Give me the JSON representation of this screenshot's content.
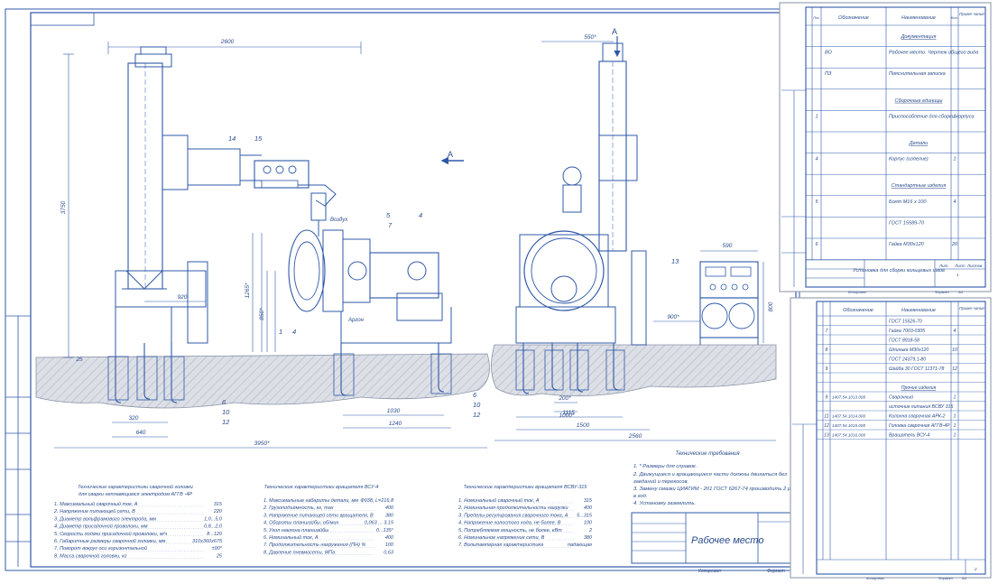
{
  "colors": {
    "ink": "#2f58a8",
    "text": "#2a4c8c",
    "paper": "#ffffff",
    "ground": "#d9dce3"
  },
  "main_sheet": {
    "dims": {
      "top_span": "2600",
      "height": "3750",
      "col_920": "920",
      "d_1265": "1265*",
      "d_850": "850*",
      "bottom_320": "320",
      "bottom_640": "640",
      "bottom_3950": "3950*",
      "d_1030": "1030",
      "d_1240": "1240",
      "d_1115": "1115",
      "d_1500": "1500",
      "d_2560": "2560",
      "d_200": "200*",
      "d_1000": "1000*",
      "d_900": "900*",
      "d_590": "590",
      "d_800": "800",
      "d_550": "550*",
      "d_25": "25"
    },
    "callouts": {
      "c14": "14",
      "c15": "15",
      "c1": "1",
      "c4a": "4",
      "c4b": "4",
      "c5": "5",
      "c7": "7",
      "c6a": "6",
      "c10a": "10",
      "c12a": "12",
      "c6b": "6",
      "c10b": "10",
      "c12b": "12",
      "c13": "13"
    },
    "labels": {
      "view_a_arrow": "A",
      "view_a": "A",
      "vozduh": "Воздух",
      "argon": "Аргон",
      "equip_caption": "Технические требования"
    },
    "spec_weld_head": {
      "title_1": "Технические характеристики сварочной головки",
      "title_2": "для сварки неплавящимся электродом АГГВ -4Р",
      "rows": [
        [
          "1. Максимальный сварочный ток, А",
          "315"
        ],
        [
          "2. Напряжение питающей сети, В",
          "220"
        ],
        [
          "3. Диаметр вольфрамового электрода, мм",
          "1,0...5,0"
        ],
        [
          "4. Диаметр присадочной проволоки, мм",
          "0,8...2,0"
        ],
        [
          "5. Скорость подачи присадочной проволоки, м/ч",
          "8...120"
        ],
        [
          "6. Габаритные размеры сварочной головки, мм",
          "310х360х675"
        ],
        [
          "7. Поворот вокруг оси горизонтальной",
          "±90°"
        ],
        [
          "8. Масса сварочной головки, кг",
          "25"
        ]
      ]
    },
    "spec_rotator": {
      "title": "Технические характеристики вращателя ВСУ-4",
      "rows": [
        [
          "1. Максимальные габариты детали, мм",
          "Ф938, L=216,8"
        ],
        [
          "2. Грузоподъёмность, кг, max",
          "400"
        ],
        [
          "3. Напряжение питающей сети вращателя, В",
          "380"
        ],
        [
          "4. Обороты планшайбы, об/мин",
          "0,063 ... 3,15"
        ],
        [
          "5. Угол наклона планшайбы",
          "0...135°"
        ],
        [
          "6. Номинальный ток, А",
          "400"
        ],
        [
          "7. Продолжительность нагружения (ПН) %",
          "100"
        ],
        [
          "8. Давление пневмосети, МПа",
          "0,63"
        ]
      ]
    },
    "spec_vsvu": {
      "title": "Технические характеристики вращателя ВСВУ-315",
      "rows": [
        [
          "1. Номинальный сварочный ток, А",
          "315"
        ],
        [
          "2. Номинальная продолжительность нагрузки",
          "400"
        ],
        [
          "3. Пределы регулирования сварочного тока, А",
          "5...315"
        ],
        [
          "4. Напряжение холостого хода, не более, В",
          "100"
        ],
        [
          "5. Потребляемая мощность, не более, кВт",
          "2"
        ],
        [
          "6. Номинальное напряжение сети, В",
          "380"
        ],
        [
          "7. Вольтамперная характеристика",
          "падающая"
        ]
      ]
    },
    "notes": {
      "n1": "1. * Размеры для справок.",
      "n2a": "2. Движущиеся и вращающиеся части должны двигаться без",
      "n2b": "заеданий и перекосов.",
      "n3a": "3. Замену смазки ЦИАТИМ - 201 ГОСТ 6267-74 производить 2 раза",
      "n3b": "в год.",
      "n4": "4. Установку заземлить."
    },
    "title_block": {
      "name": "Рабочее место",
      "copied": "Копировал",
      "format": "Формат"
    }
  },
  "spec_sheet_1": {
    "headers": {
      "pos": "Поз.",
      "designation": "Обозначение",
      "name": "Наименование",
      "qty": "Кол.",
      "note": "Приме-чание"
    },
    "rows": [
      {
        "zone": "",
        "pos": "",
        "designation": "",
        "name": "Документация",
        "qty": "",
        "section": true
      },
      {
        "zone": "",
        "pos": "ВО",
        "designation": "",
        "name": "Рабочее место. Чертеж общего вида",
        "qty": ""
      },
      {
        "zone": "",
        "pos": "ПЗ",
        "designation": "",
        "name": "Пояснительная записка",
        "qty": ""
      },
      {
        "zone": "",
        "pos": "",
        "designation": "",
        "name": "Сборочные единицы",
        "qty": "",
        "section": true
      },
      {
        "zone": "1",
        "pos": "",
        "designation": "",
        "name": "Приспособление для сборки корпуса",
        "qty": "1"
      },
      {
        "zone": "",
        "pos": "",
        "designation": "",
        "name": "Детали",
        "qty": "",
        "section": true
      },
      {
        "zone": "4",
        "pos": "",
        "designation": "",
        "name": "Корпус (изделие)",
        "qty": "1"
      },
      {
        "zone": "",
        "pos": "",
        "designation": "",
        "name": "Стандартные изделия",
        "qty": "",
        "section": true
      },
      {
        "zone": "5",
        "pos": "",
        "designation": "",
        "name": "Болт М16 х 100",
        "qty": "4"
      },
      {
        "zone": "",
        "pos": "",
        "designation": "",
        "name": "ГОСТ 15589-70",
        "qty": ""
      },
      {
        "zone": "6",
        "pos": "",
        "designation": "",
        "name": "Гайка М30х120",
        "qty": "20"
      }
    ],
    "title": "Установка для сборки кольцевых швов",
    "stamp": {
      "lit": "Лит.",
      "list": "Лист",
      "listov": "Листов",
      "list_val": "1",
      "copied": "Копировал",
      "format": "Формат",
      "format_val": "А4"
    }
  },
  "spec_sheet_2": {
    "headers": {
      "designation": "Обозначение",
      "name": "Наименование",
      "note": "Приме-чание"
    },
    "rows": [
      {
        "zone": "",
        "designation": "",
        "name": "ГОСТ 15526-70",
        "qty": ""
      },
      {
        "zone": "7",
        "designation": "",
        "name": "Гайка 7003-0305",
        "qty": "4"
      },
      {
        "zone": "",
        "designation": "",
        "name": "ГОСТ 8918-58",
        "qty": ""
      },
      {
        "zone": "8",
        "designation": "",
        "name": "Шпилька М30х120",
        "qty": "10"
      },
      {
        "zone": "",
        "designation": "",
        "name": "ГОСТ 24379.1-80",
        "qty": ""
      },
      {
        "zone": "9",
        "designation": "",
        "name": "Шайба 30 ГОСТ 11371-78",
        "qty": "12"
      },
      {
        "zone": "",
        "designation": "",
        "name": "",
        "qty": ""
      },
      {
        "zone": "",
        "designation": "",
        "name": "Прочие изделия",
        "qty": "",
        "section": true
      },
      {
        "zone": "9",
        "designation": "1407.54.1013.000",
        "name": "Сварочный",
        "qty": "1"
      },
      {
        "zone": "",
        "designation": "",
        "name": "источник питания ВСВУ 315",
        "qty": ""
      },
      {
        "zone": "11",
        "designation": "1407.54.1014.000",
        "name": "Колонна сварочная АРК-2",
        "qty": "1"
      },
      {
        "zone": "12",
        "designation": "1407.54.1015.000",
        "name": "Головка сварочная АГГВ-4Р",
        "qty": "1"
      },
      {
        "zone": "13",
        "designation": "1407.54.1016.000",
        "name": "Вращатель ВСУ-4",
        "qty": "1"
      }
    ],
    "stamp": {
      "list_val": "2",
      "copied": "Копировал",
      "format": "Формат",
      "format_val": "А4"
    }
  }
}
